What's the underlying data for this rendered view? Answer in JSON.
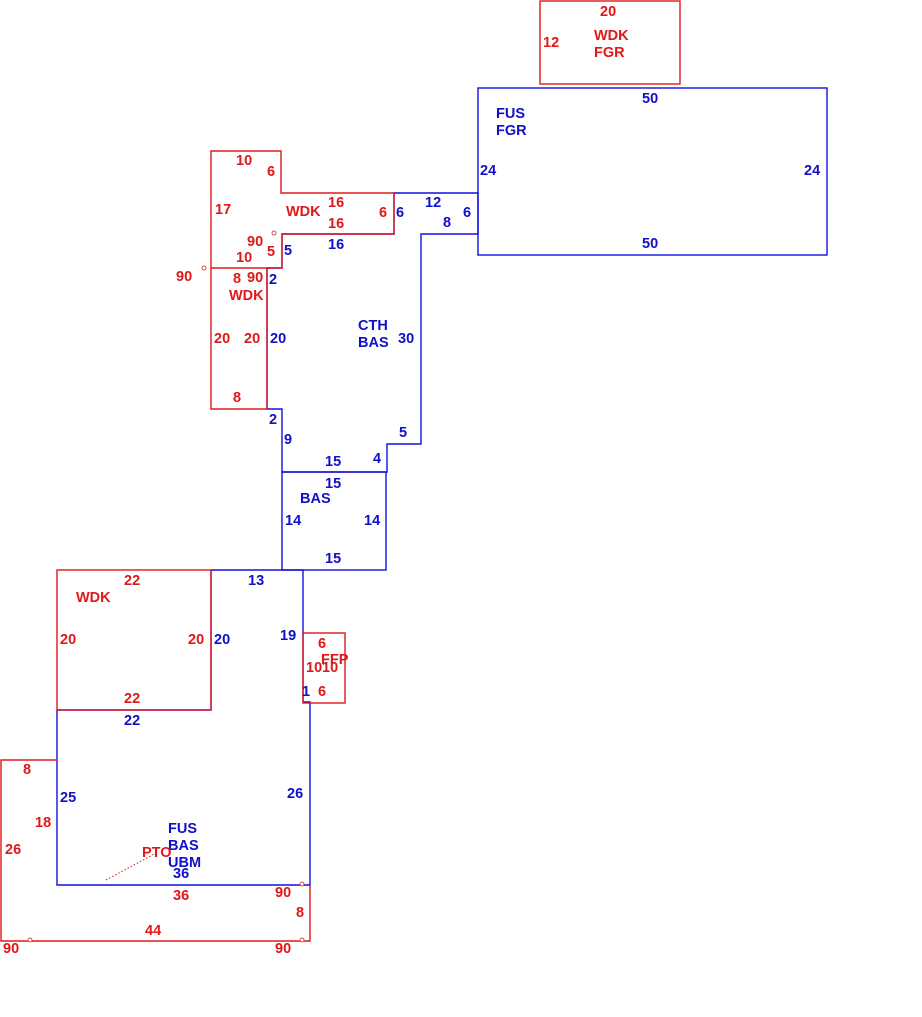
{
  "colors": {
    "living_area": "#1010e0",
    "exterior_feature": "#e01818",
    "background": "#ffffff"
  },
  "areas": {
    "fus_fgr": {
      "codes": [
        "FUS",
        "FGR"
      ],
      "dims": {
        "top": "50",
        "bottom": "50",
        "left": "24",
        "right": "24"
      }
    },
    "wdk_fgr": {
      "codes": [
        "WDK",
        "FGR"
      ],
      "dims": {
        "top": "20",
        "left": "12"
      }
    },
    "cth_bas": {
      "codes": [
        "CTH",
        "BAS"
      ],
      "dims": {
        "a": "12",
        "b": "8",
        "c": "6",
        "d": "6",
        "e": "16",
        "f": "5",
        "g": "2",
        "h": "20",
        "i": "30",
        "j": "2",
        "k": "9",
        "l": "5",
        "m": "4",
        "n": "15"
      }
    },
    "wdk_upper": {
      "code": "WDK",
      "dims": {
        "a": "10",
        "b": "6",
        "c": "17",
        "d": "16",
        "e": "16",
        "f": "6",
        "g": "90",
        "h": "10",
        "i": "5",
        "j": "90",
        "k": "8",
        "l": "90",
        "m": "20",
        "n": "20",
        "o": "8"
      }
    },
    "bas_mid": {
      "code": "BAS",
      "dims": {
        "top": "15",
        "left": "14",
        "right": "14",
        "bottom": "15"
      }
    },
    "wdk_lower": {
      "code": "WDK",
      "dims": {
        "top": "22",
        "left": "20",
        "right": "20",
        "bottom": "22"
      }
    },
    "fus_bas_ubm": {
      "codes": [
        "FUS",
        "BAS",
        "UBM"
      ],
      "dims": {
        "a": "13",
        "b": "19",
        "c": "20",
        "d": "22",
        "e": "25",
        "f": "26",
        "g": "1",
        "h": "36"
      }
    },
    "ffp": {
      "code": "FFP",
      "dims": {
        "top": "6",
        "left": "10",
        "right": "10",
        "bottom": "6"
      }
    },
    "pto": {
      "code": "PTO",
      "dims": {
        "a": "8",
        "b": "18",
        "c": "26",
        "d": "36",
        "e": "90",
        "f": "8",
        "g": "44",
        "h": "90",
        "i": "90"
      }
    }
  }
}
